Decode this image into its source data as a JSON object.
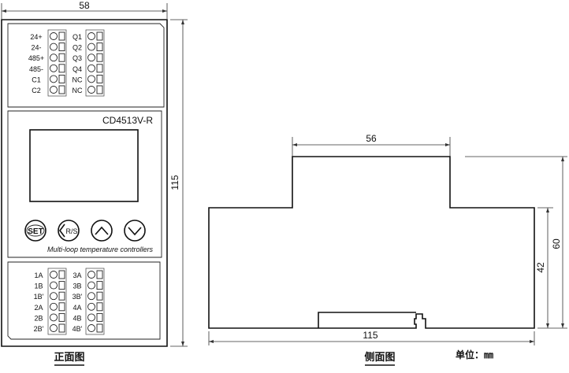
{
  "front": {
    "width_dim": "58",
    "height_dim": "115",
    "model": "CD4513V-R",
    "subtitle": "Multi-loop temperature controllers",
    "top_left_labels": [
      "24+",
      "24-",
      "485+",
      "485-",
      "C1",
      "C2"
    ],
    "top_right_labels": [
      "Q1",
      "Q2",
      "Q3",
      "Q4",
      "NC",
      "NC"
    ],
    "bottom_left_labels": [
      "1A",
      "1B",
      "1B'",
      "2A",
      "2B",
      "2B'"
    ],
    "bottom_right_labels": [
      "3A",
      "3B",
      "3B'",
      "4A",
      "4B",
      "4B'"
    ],
    "buttons": {
      "set": "SET",
      "rs": "R/S",
      "up_icon": "chevron-up-icon",
      "down_icon": "chevron-down-icon"
    },
    "caption": "正面图"
  },
  "side": {
    "top_dim": "56",
    "bottom_dim": "115",
    "right_dim_inner": "42",
    "right_dim_outer": "60",
    "caption": "侧面图"
  },
  "unit": "单位：㎜"
}
